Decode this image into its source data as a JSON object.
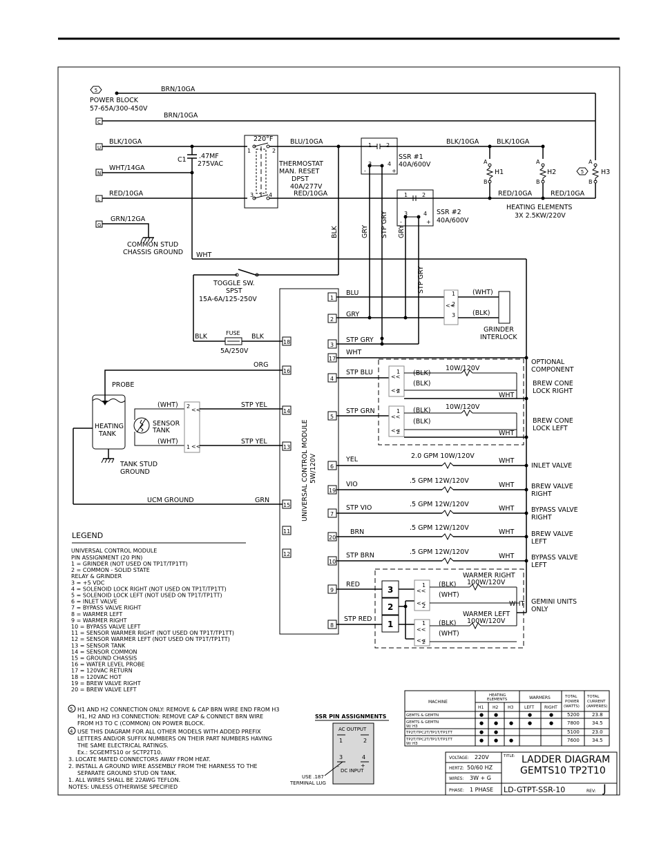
{
  "power": {
    "note": "5",
    "label1": "POWER BLOCK",
    "label2": "57-65A/300-450V",
    "brn_top": "BRN/10GA",
    "brn_c": "BRN/10GA",
    "blk_u": "BLK/10GA",
    "wht_n": "WHT/14GA",
    "red_l": "RED/10GA",
    "grn_g": "GRN/12GA",
    "c_term": "C",
    "u_term": "U",
    "n_term": "N",
    "l_term": "L",
    "g_term": "G",
    "ground1": "COMMON STUD",
    "ground2": "CHASSIS GROUND"
  },
  "cap": {
    "name": "C1",
    "v1": ".47MF",
    "v2": "275VAC"
  },
  "thermostat": {
    "temp": "220°F",
    "l1": "THERMOSTAT",
    "l2": "MAN. RESET",
    "l3": "DPST",
    "l4": "40A/277V",
    "p1": "1",
    "p2": "2",
    "p3": "3",
    "p4": "4",
    "blu": "BLU/10GA",
    "red": "RED/10GA"
  },
  "ssr1": {
    "name": "SSR #1",
    "rating": "40A/600V",
    "p1": "1",
    "p2": "2",
    "p3": "3",
    "p4": "4",
    "minus": "-",
    "plus": "+",
    "blk": "BLK/10GA"
  },
  "ssr2": {
    "name": "SSR #2",
    "rating": "40A/600V",
    "p1": "1",
    "p2": "2",
    "p3": "3",
    "p4": "4",
    "minus": "-",
    "plus": "+"
  },
  "heaters": {
    "blk": "BLK/10GA",
    "h1": "H1",
    "h2": "H2",
    "h3": "H3",
    "a": "A",
    "b": "B",
    "red1": "RED/10GA",
    "red2": "RED/10GA",
    "note": "5",
    "l1": "HEATING ELEMENTS",
    "l2": "3X 2.5KW/220V"
  },
  "vertical": {
    "blk": "BLK",
    "gry1": "GRY",
    "stpgry1": "STP GRY",
    "gry2": "GRY",
    "stpgry2": "STP GRY"
  },
  "wht_main": "WHT",
  "toggle": {
    "l1": "TOGGLE SW.",
    "l2": "SPST",
    "l3": "15A-6A/125-250V"
  },
  "fuse": {
    "name": "FUSE",
    "rating": "5A/250V",
    "blk1": "BLK",
    "blk2": "BLK"
  },
  "ucm": {
    "l1": "UNIVERSAL CONTROL MODULE",
    "l2": "5W/120V"
  },
  "left_pins": {
    "p18": "18",
    "p16": "16",
    "p14": "14",
    "p13": "13",
    "p15": "15",
    "p11": "11",
    "p12": "12"
  },
  "right_pins": {
    "p1": "1",
    "p2": "2",
    "p3": "3",
    "p17": "17",
    "p4": "4",
    "p5": "5",
    "p6": "6",
    "p19": "19",
    "p7": "7",
    "p20": "20",
    "p10": "10",
    "p9": "9",
    "p8": "8"
  },
  "probe": {
    "org": "ORG",
    "probe": "PROBE",
    "tank1": "HEATING",
    "tank2": "TANK",
    "sensor1": "SENSOR",
    "sensor2": "TANK",
    "wht1": "(WHT)",
    "wht2": "(WHT)",
    "yel1": "STP YEL",
    "yel2": "STP YEL",
    "gnd1": "TANK STUD",
    "gnd2": "GROUND",
    "ucmgnd": "UCM GROUND",
    "grn": "GRN",
    "c1": "1",
    "c2": "2"
  },
  "right": {
    "blu": "BLU",
    "gry": "GRY",
    "stpgry": "STP GRY",
    "wht17": "WHT",
    "gi_wht": "(WHT)",
    "gi_blk": "(BLK)",
    "gi1": "1",
    "gi2": "2",
    "gi3": "3",
    "gi_l1": "GRINDER",
    "gi_l2": "INTERLOCK",
    "opt1": "OPTIONAL",
    "opt2": "COMPONENT",
    "stpblu": "STP BLU",
    "stpgrn": "STP GRN",
    "blk_a": "(BLK)",
    "blk_b": "(BLK)",
    "blk_c": "(BLK)",
    "blk_d": "(BLK)",
    "cone_w1": "10W/120V",
    "cone_w2": "10W/120V",
    "wht_c1": "WHT",
    "wht_c2": "WHT",
    "cr1": "BREW CONE",
    "cr2": "LOCK RIGHT",
    "cl1": "BREW CONE",
    "cl2": "LOCK LEFT",
    "yel": "YEL",
    "inlet_r": "2.0 GPM 10W/120V",
    "wht6": "WHT",
    "inlet": "INLET VALVE",
    "vio": "VIO",
    "bvr_r": ".5 GPM 12W/120V",
    "wht19": "WHT",
    "bvr1": "BREW VALVE",
    "bvr2": "RIGHT",
    "stpvio": "STP VIO",
    "byr_r": ".5 GPM 12W/120V",
    "wht7": "WHT",
    "byr1": "BYPASS VALVE",
    "byr2": "RIGHT",
    "brn": "BRN",
    "bvl_r": ".5 GPM 12W/120V",
    "wht20": "WHT",
    "bvl1": "BREW VALVE",
    "bvl2": "LEFT",
    "stpbrn": "STP BRN",
    "byl_r": ".5 GPM 12W/120V",
    "wht10": "WHT",
    "byl1": "BYPASS VALVE",
    "byl2": "LEFT",
    "red": "RED",
    "stpred": "STP RED",
    "c3": "3",
    "c2": "2",
    "c1": "1",
    "wr1": "WARMER RIGHT",
    "wr2": "100W/120V",
    "wl1": "WARMER LEFT",
    "wl2": "100W/120V",
    "w_blk1": "(BLK)",
    "w_wht1": "(WHT)",
    "w_blk2": "(BLK)",
    "w_wht2": "(WHT)",
    "wwht": "WHT",
    "gem1": "GEMINI UNITS",
    "gem2": "ONLY",
    "wc1": "1",
    "wc2": "2",
    "wc3": "1",
    "wc4": "2",
    "cc1": "1",
    "cc2": "2",
    "cc3": "1",
    "cc4": "2"
  },
  "legend": {
    "title": "LEGEND",
    "h1": "UNIVERSAL CONTROL MODULE",
    "h2": "PIN ASSIGNMENT (20 PIN)",
    "lines": [
      "1    = GRINDER (NOT USED ON TP1T/TP1TT)",
      "2    = COMMON - SOLID STATE",
      "         RELAY & GRINDER",
      "3    = +5 VDC",
      "4    = SOLENOID LOCK RIGHT (NOT USED ON TP1T/TP1TT)",
      "5    = SOLENOID LOCK LEFT (NOT USED ON TP1T/TP1TT)",
      "6    = INLET VALVE",
      "7    = BYPASS VALVE RIGHT",
      "8    = WARMER LEFT",
      "9    = WARMER RIGHT",
      "10  = BYPASS VALVE LEFT",
      "11  = SENSOR WARMER RIGHT (NOT USED ON TP1T/TP1TT)",
      "12  = SENSOR WARMER LEFT (NOT USED ON TP1T/TP1TT)",
      "13  = SENSOR TANK",
      "14  = SENSOR COMMON",
      "15  = GROUND CHASSIS",
      "16  = WATER LEVEL PROBE",
      "17  = 120VAC RETURN",
      "18  = 120VAC HOT",
      "19  = BREW VALVE RIGHT",
      "20  = BREW VALVE LEFT"
    ]
  },
  "notes": {
    "n5a": "H1 AND H2 CONNECTION ONLY: REMOVE & CAP BRN WIRE END FROM H3",
    "n5b": "H1, H2 AND H3 CONNECTION: REMOVE CAP & CONNECT BRN WIRE",
    "n5c": "FROM H3 TO C (COMMON) ON POWER BLOCK.",
    "n4a": "USE THIS DIAGRAM FOR ALL OTHER MODELS WITH ADDED PREFIX",
    "n4b": "LETTERS AND/OR SUFFIX NUMBERS ON THEIR PART NUMBERS HAVING",
    "n4c": "THE SAME ELECTRICAL RATINGS.",
    "n4d": "Ex.: SCGEMTS10 or SCTP2T10.",
    "n3": "3. LOCATE MATED CONNECTORS AWAY FROM HEAT.",
    "n2a": "2. INSTALL A GROUND WIRE ASSEMBLY FROM THE HARNESS TO THE",
    "n2b": "SEPARATE GROUND STUD ON TANK.",
    "n1": "1. ALL WIRES SHALL BE 22AWG TEFLON.",
    "n0": "NOTES: UNLESS OTHERWISE SPECIFIED",
    "m5": "5",
    "m4": "4"
  },
  "ssr_pins": {
    "title": "SSR PIN ASSIGNMENTS",
    "ac": "AC OUTPUT",
    "p1": "1",
    "p2": "2",
    "p3": "3",
    "p4": "4",
    "dc": "DC INPUT",
    "minus": "-",
    "plus": "+",
    "use1": "USE .187",
    "use2": "TERMINAL LUG"
  },
  "table": {
    "h_machine": "MACHINE",
    "h_heat1": "HEATING",
    "h_heat2": "ELEMENTS",
    "h_warm": "WARMERS",
    "h_tp1": "TOTAL",
    "h_tp2": "POWER",
    "h_tp3": "(WATTS)",
    "h_tc1": "TOTAL",
    "h_tc2": "CURRENT",
    "h_tc3": "(AMPERES)",
    "sub": [
      "H1",
      "H2",
      "H3",
      "LEFT",
      "RIGHT"
    ],
    "rows": [
      {
        "m1": "GEMTS & GEMTN",
        "m2": "",
        "marks": [
          "●",
          "●",
          "",
          "●",
          "●"
        ],
        "watts": "5200",
        "amps": "23.8"
      },
      {
        "m1": "GEMTS & GEMTN",
        "m2": "W/ H3",
        "marks": [
          "●",
          "●",
          "●",
          "●",
          "●"
        ],
        "watts": "7800",
        "amps": "34.5"
      },
      {
        "m1": "TP2T/TPC2T/TP1T/TP1TT",
        "m2": "",
        "marks": [
          "●",
          "●",
          "",
          "",
          ""
        ],
        "watts": "5100",
        "amps": "23.0"
      },
      {
        "m1": "TP2T/TPC2T/TP1T/TP1TT",
        "m2": "W/ H3",
        "marks": [
          "●",
          "●",
          "●",
          "",
          ""
        ],
        "watts": "7600",
        "amps": "34.5"
      }
    ]
  },
  "title_block": {
    "voltage_l": "VOLTAGE:",
    "voltage": "220V",
    "hertz_l": "HERTZ:",
    "hertz": "50/60 HZ",
    "wires_l": "WIRES:",
    "wires": "3W + G",
    "phase_l": "PHASE:",
    "phase": "1 PHASE",
    "title_l": "TITLE:",
    "t1": "LADDER DIAGRAM",
    "t2": "GEMTS10 TP2T10",
    "dwg": "LD-GTPT-SSR-10",
    "rev_l": "REV:",
    "rev": "J"
  }
}
